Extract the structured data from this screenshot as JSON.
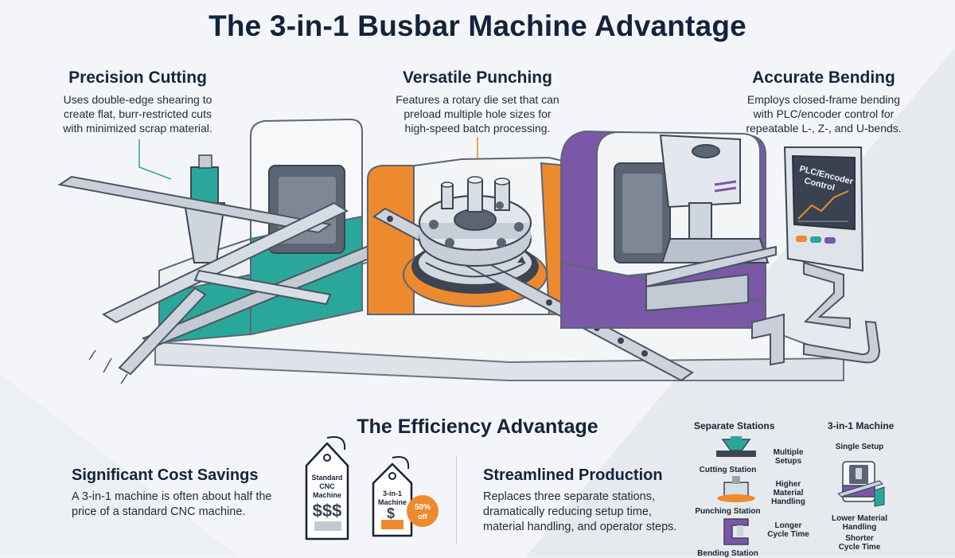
{
  "title": "The 3-in-1 Busbar Machine Advantage",
  "features": {
    "cutting": {
      "title": "Precision Cutting",
      "desc": [
        "Uses double-edge shearing to",
        "create flat, burr-restricted cuts",
        "with minimized scrap material."
      ]
    },
    "punching": {
      "title": "Versatile Punching",
      "desc": [
        "Features a rotary die set that can",
        "preload multiple hole sizes for",
        "high-speed batch processing."
      ]
    },
    "bending": {
      "title": "Accurate Bending",
      "desc": [
        "Employs closed-frame bending",
        "with PLC/encoder control for",
        "repeatable L-, Z-, and U-bends."
      ]
    }
  },
  "screen_label": [
    "PLC/Encoder",
    "Control"
  ],
  "efficiency": {
    "title": "The Efficiency Advantage",
    "cost": {
      "title": "Significant Cost Savings",
      "desc": [
        "A 3-in-1 machine is often about half the",
        "price of a standard CNC machine."
      ]
    },
    "tag_standard": {
      "lines": [
        "Standard",
        "CNC",
        "Machine"
      ],
      "price": "$$$"
    },
    "tag_3in1": {
      "lines": [
        "3-in-1",
        "Machine"
      ],
      "price": "$"
    },
    "discount": [
      "50%",
      "off"
    ],
    "production": {
      "title": "Streamlined Production",
      "desc": [
        "Replaces three separate stations,",
        "dramatically reducing setup time,",
        "material handling, and operator steps."
      ]
    }
  },
  "comparison": {
    "separate_title": "Separate Stations",
    "machine_title": "3-in-1 Machine",
    "stations": [
      "Cutting Station",
      "Punching Station",
      "Bending Station"
    ],
    "separate_points": [
      [
        "Multiple",
        "Setups"
      ],
      [
        "Higher",
        "Material",
        "Handling"
      ],
      [
        "Longer",
        "Cycle Time"
      ]
    ],
    "machine_points": [
      [
        "Single Setup"
      ],
      [
        "Lower Material",
        "Handling"
      ],
      [
        "Shorter",
        "Cycle Time"
      ]
    ]
  },
  "colors": {
    "teal": "#2aa79b",
    "orange": "#ee8a2e",
    "purple": "#7b57a8",
    "navy": "#14233a",
    "steel": "#b9c1cc"
  }
}
